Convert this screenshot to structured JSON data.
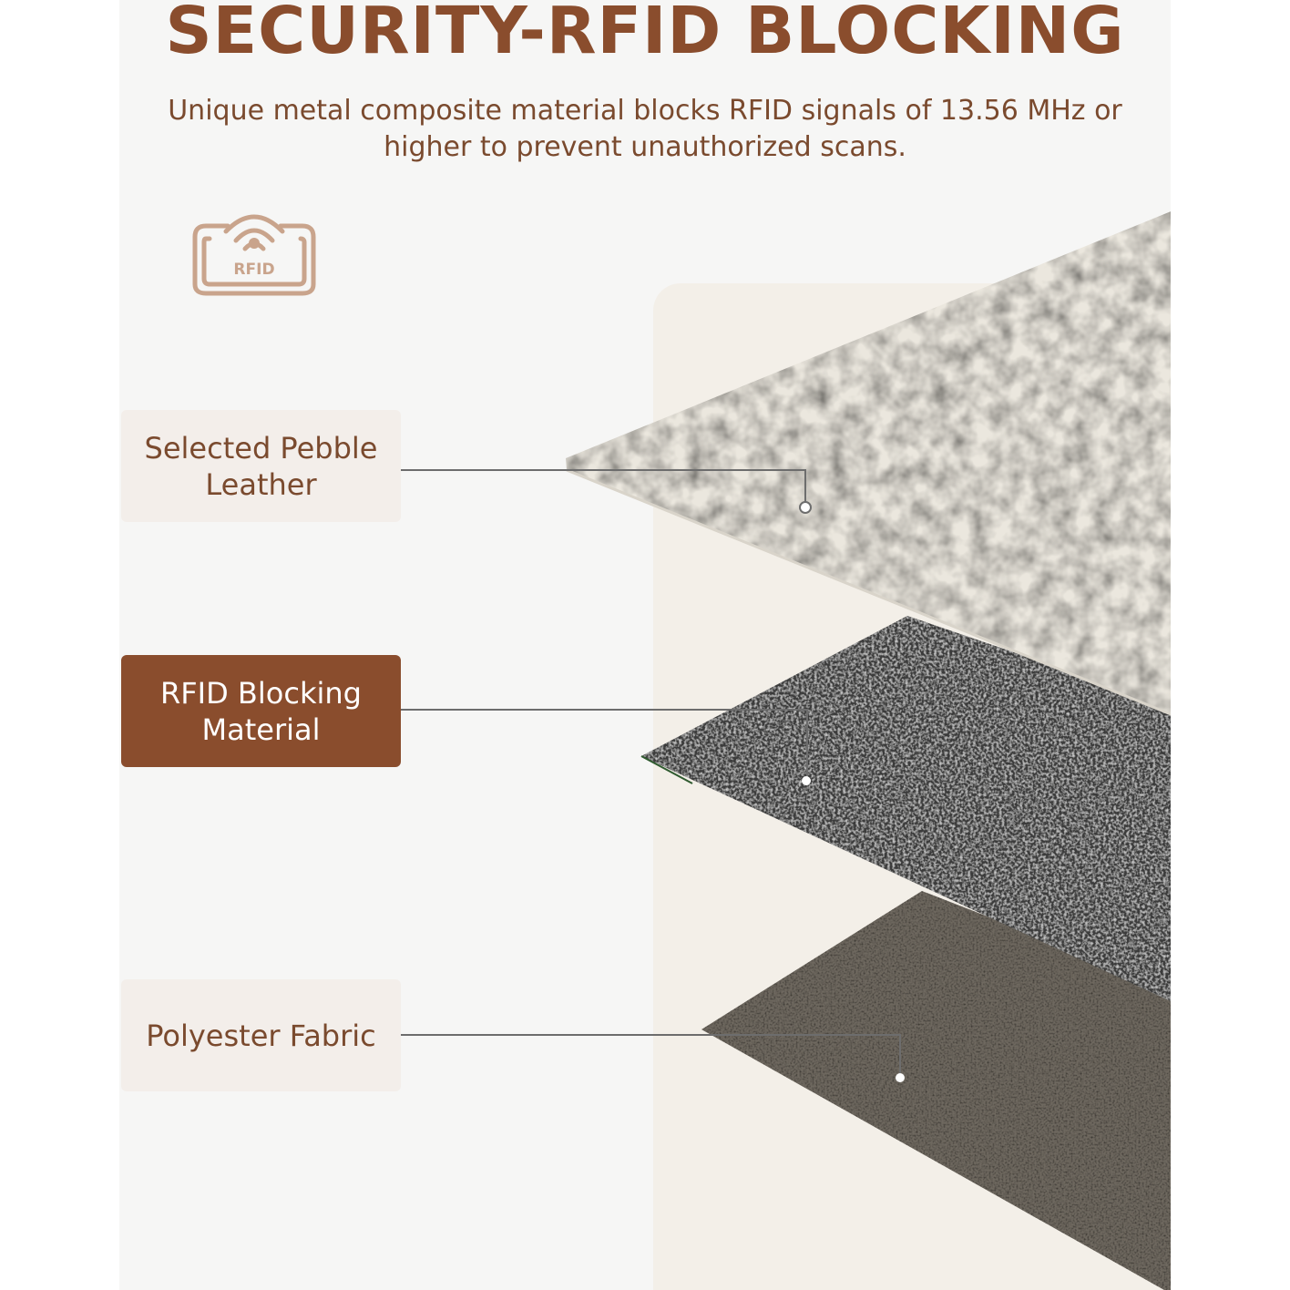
{
  "headline": "SECURITY-RFID BLOCKING",
  "subtitle": "Unique metal composite material blocks RFID signals of 13.56 MHz or higher to prevent unauthorized scans.",
  "icon": {
    "name": "rfid-card-icon",
    "text": "RFID"
  },
  "layers": [
    {
      "label": "Selected Pebble Leather",
      "color": "#ece8e0",
      "style": "light"
    },
    {
      "label": "RFID Blocking Material",
      "color": "#3a3a3a",
      "style": "dark"
    },
    {
      "label": "Polyester Fabric",
      "color": "#6e685f",
      "style": "light"
    }
  ],
  "colors": {
    "accent": "#8a4d2d",
    "panel": "#f6f6f5",
    "label_bg": "#f3eeea",
    "connector": "#6d6d6d"
  }
}
